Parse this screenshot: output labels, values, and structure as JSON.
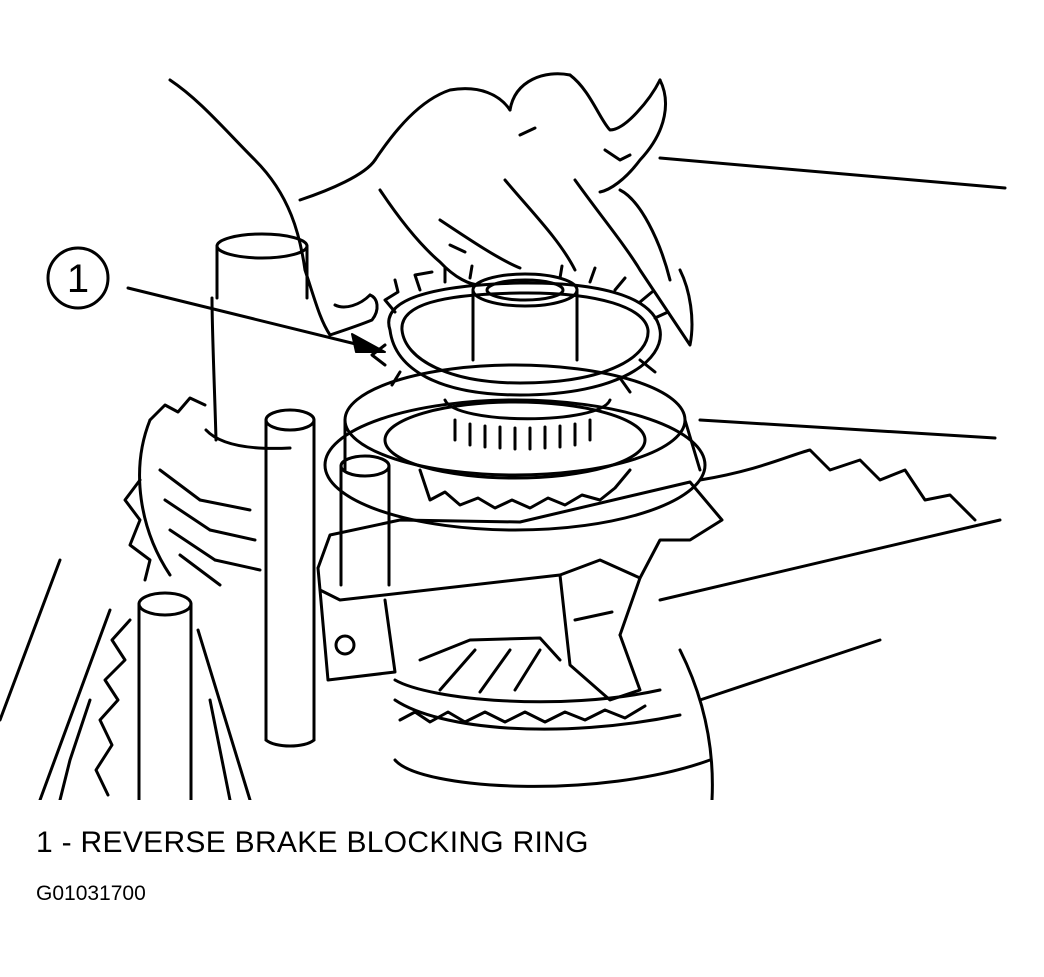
{
  "figure": {
    "callout": "1",
    "caption": "1 - REVERSE BRAKE BLOCKING RING",
    "figure_id": "G01031700"
  },
  "colors": {
    "line": "#000000",
    "background": "#ffffff"
  },
  "icons": [
    "callout-circle",
    "leader-arrow"
  ]
}
